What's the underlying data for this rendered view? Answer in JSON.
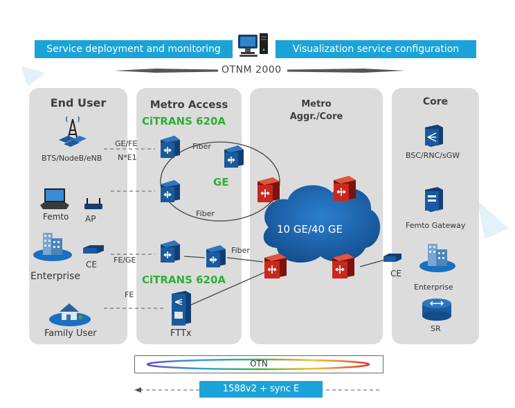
{
  "banners": {
    "left": "Service deployment and monitoring",
    "right": "Visualization service configuration"
  },
  "otnm": "OTNM 2000",
  "panels": {
    "end_user": {
      "title": "End User",
      "bts": "BTS/NodeB/eNB",
      "femto": "Femto",
      "ap": "AP",
      "ce": "CE",
      "enterprise": "Enterprise",
      "family_user": "Family User"
    },
    "metro_access": {
      "title": "Metro Access",
      "citrans_top": "CiTRANS 620A",
      "citrans_bottom": "CiTRANS 620A",
      "ge": "GE",
      "fttx": "FTTx"
    },
    "metro_core": {
      "title_line1": "Metro",
      "title_line2": "Aggr./Core",
      "cloud": "10 GE/40 GE"
    },
    "core": {
      "title": "Core",
      "bsc": "BSC/RNC/sGW",
      "femto_gateway": "Femto Gateway",
      "enterprise": "Enterprise",
      "sr": "SR"
    }
  },
  "links": {
    "ge_fe": "GE/FE",
    "n_e1": "N*E1",
    "fe_ge": "FE/GE",
    "fe": "FE",
    "fiber_top": "Fiber",
    "fiber_mid": "Fiber",
    "fiber_bottom": "Fiber",
    "ce_right": "CE"
  },
  "bottom": {
    "otn": "OTN",
    "sync": "1588v2 + sync E"
  },
  "colors": {
    "banner": "#1ba3d8",
    "panel": "#dcdcdc",
    "green_label": "#2fae34",
    "cloud": "#1a5fa3",
    "switch_blue": "#1b5a9c",
    "router_red": "#c8281e"
  }
}
